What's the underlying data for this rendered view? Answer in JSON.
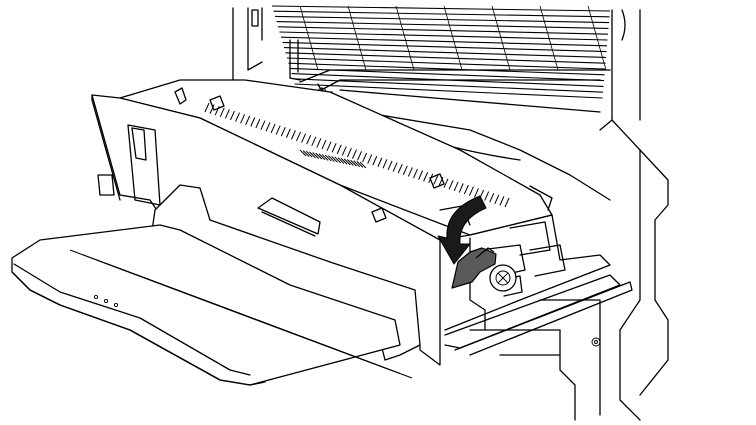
{
  "figure": {
    "subject": "printer-duplex-unit-open-with-release-lever",
    "colors": {
      "line": "#000000",
      "background": "#ffffff",
      "lever": "#5a5a5a",
      "arrow": "#1a1a1a"
    },
    "parts": [
      {
        "id": "printer-cabinet",
        "icon": "printer-body-outline"
      },
      {
        "id": "vent-grille",
        "icon": "louvered-vent"
      },
      {
        "id": "drawer-unit",
        "icon": "pull-out-drawer"
      },
      {
        "id": "output-tray",
        "icon": "paper-tray"
      },
      {
        "id": "release-lever",
        "icon": "lever"
      },
      {
        "id": "rotate-arrow",
        "icon": "curved-arrow-down"
      },
      {
        "id": "knob",
        "icon": "round-knob"
      },
      {
        "id": "screw",
        "icon": "screw-head"
      }
    ]
  }
}
